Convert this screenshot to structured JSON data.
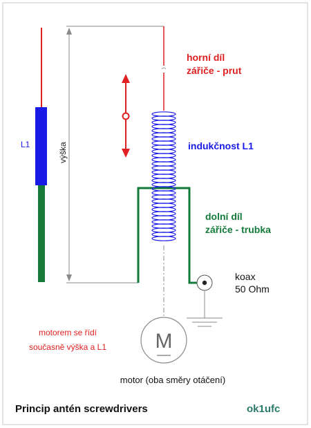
{
  "colors": {
    "red": "#e02020",
    "blue": "#1a1ae6",
    "green": "#137a3a",
    "teal": "#2a7a6a",
    "gray": "#808080",
    "dark": "#222222"
  },
  "labels": {
    "l1_bar": "L1",
    "height": "výška",
    "upper_line1": "horní díl",
    "upper_line2": "zářiče - prut",
    "inductance": "indukčnost L1",
    "lower_line1": "dolní díl",
    "lower_line2": "zářiče - trubka",
    "coax_line1": "koax",
    "coax_line2": "50 Ohm",
    "motor_note_line1": "motorem se řídí",
    "motor_note_line2": "současně výška a L1",
    "motor_symbol": "M",
    "motor_caption": "motor (oba směry otáčení)",
    "title": "Princip antén screwdrivers",
    "author": "ok1ufc"
  },
  "icons": {
    "coil": "helical-coil-icon",
    "motor": "motor-symbol-icon",
    "ground": "ground-symbol-icon",
    "coax": "coax-connector-icon",
    "arrow": "double-arrow-icon"
  }
}
